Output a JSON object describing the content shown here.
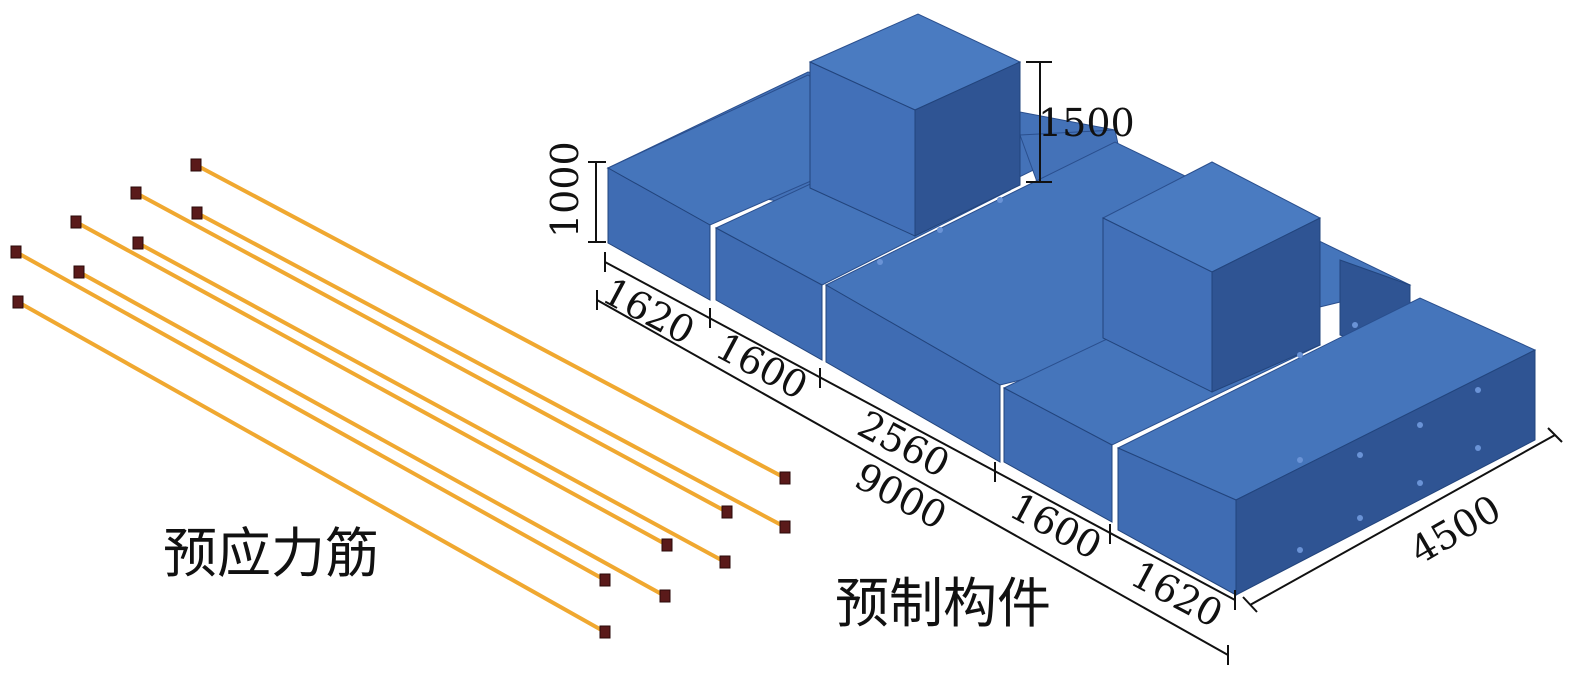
{
  "labels": {
    "tendons": "预应力筋",
    "precast_components": "预制构件"
  },
  "dimensions": {
    "block_height": "1000",
    "tower_height": "1500",
    "segment_1": "1620",
    "segment_2": "1600",
    "segment_3": "2560",
    "segment_4": "1600",
    "segment_5": "1620",
    "total_length": "9000",
    "width": "4500"
  },
  "colors": {
    "block_top": "#4472b8",
    "block_front": "#3f6cb3",
    "block_side": "#2f5493",
    "tendon": "#f0a830",
    "anchor": "#5a1a1a"
  }
}
